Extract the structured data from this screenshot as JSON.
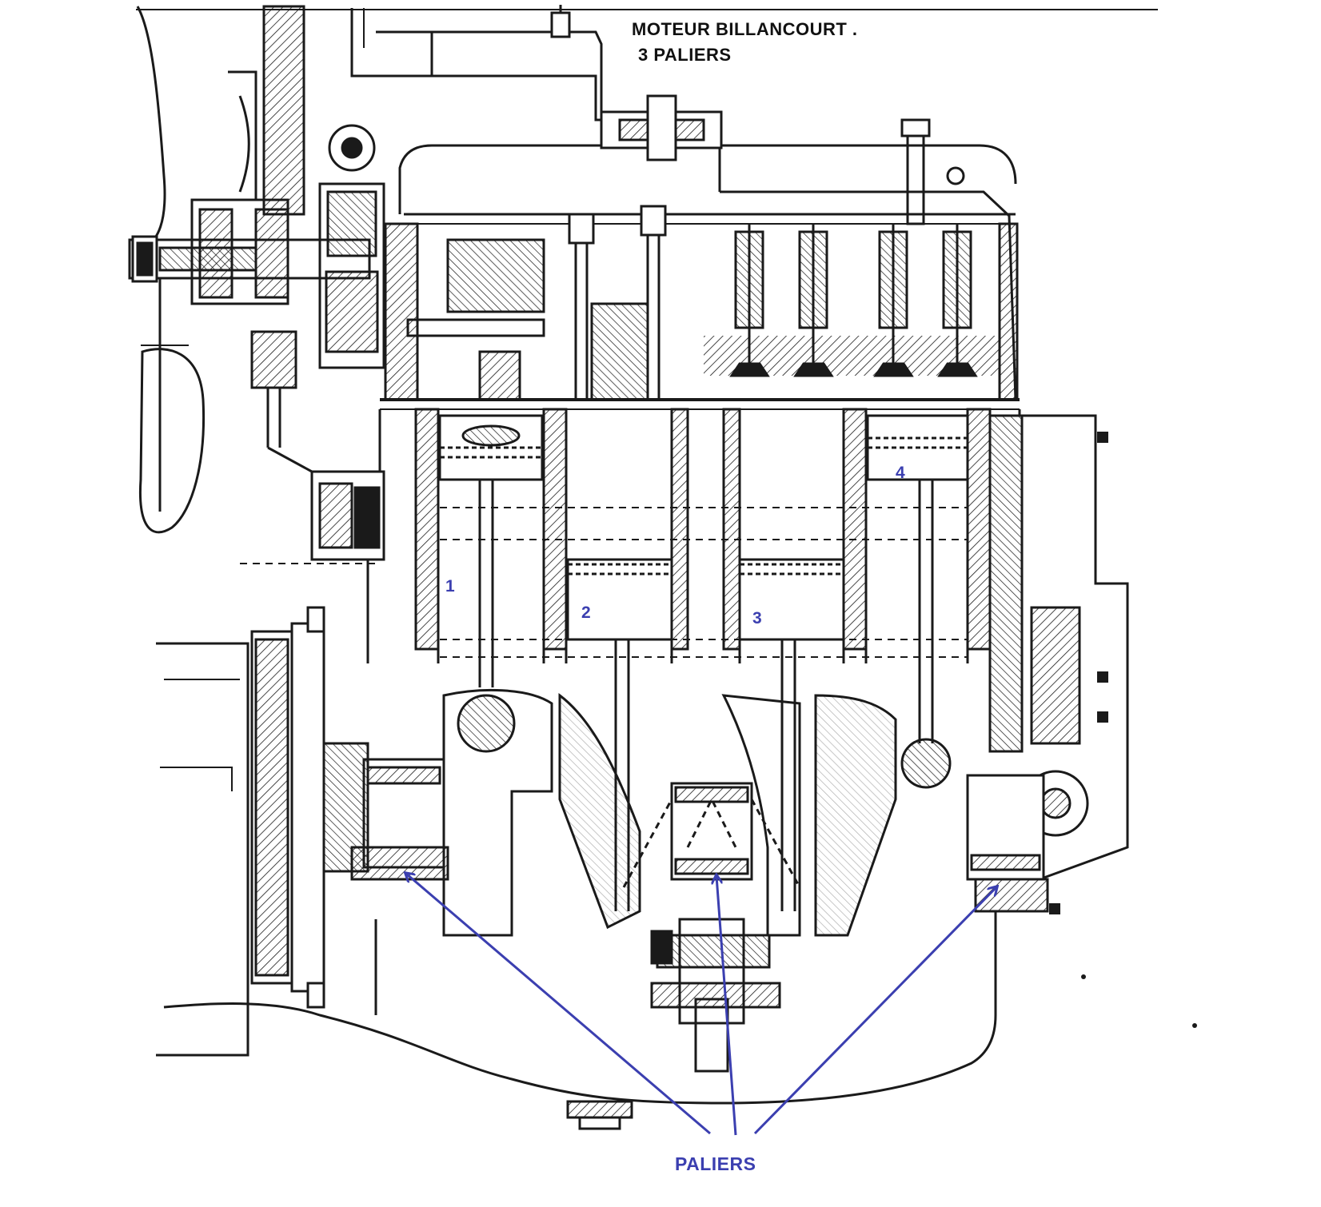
{
  "title": {
    "line1": "MOTEUR BILLANCOURT .",
    "line2": "3 PALIERS"
  },
  "cylinders": [
    "1",
    "2",
    "3",
    "4"
  ],
  "callout": {
    "label": "PALIERS"
  },
  "colors": {
    "ink": "#1a1a1a",
    "annotation": "#3b3fb0",
    "background": "#ffffff"
  }
}
